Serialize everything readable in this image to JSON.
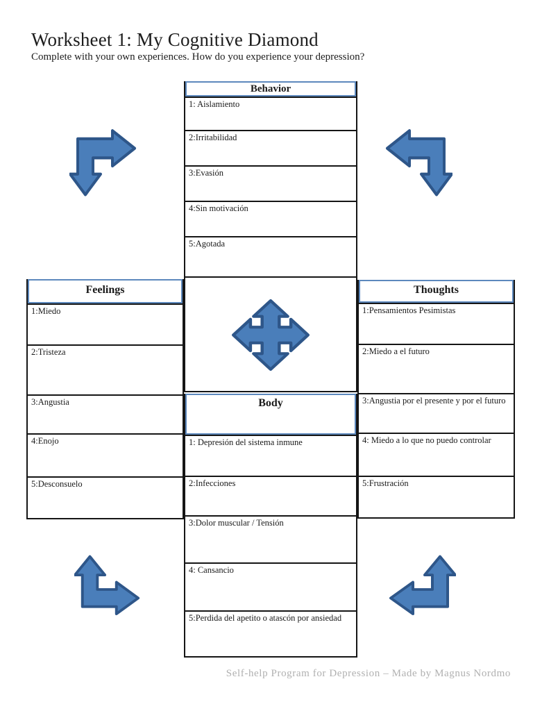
{
  "page": {
    "title": "Worksheet 1: My Cognitive Diamond",
    "subtitle": "Complete with your own experiences. How do you experience your depression?",
    "footer": "Self-help Program for Depression – Made by Magnus Nordmo"
  },
  "colors": {
    "arrow_fill": "#4a7eba",
    "arrow_stroke": "#2e5689",
    "header_border": "#5c88bd",
    "table_border": "#151515",
    "footer_text": "#b0b0b0"
  },
  "quadrants": {
    "behavior": {
      "title": "Behavior",
      "items": [
        "1: Aislamiento",
        "2:Irritabilidad",
        "3:Evasión",
        "4:Sin motivación",
        "5:Agotada"
      ]
    },
    "feelings": {
      "title": "Feelings",
      "items": [
        "1:Miedo",
        "2:Tristeza",
        "3:Angustia",
        "4:Enojo",
        "5:Desconsuelo"
      ]
    },
    "thoughts": {
      "title": "Thoughts",
      "items": [
        "1:Pensamientos Pesimistas",
        "2:Miedo a el futuro",
        "3:Angustia por el presente y por el futuro",
        "4: Miedo a lo que no puedo controlar",
        "5:Frustración"
      ]
    },
    "body": {
      "title": "Body",
      "items": [
        "1: Depresión del sistema inmune",
        "2:Infecciones",
        "3:Dolor muscular / Tensión",
        "4: Cansancio",
        "5:Perdida del apetito o atascón por ansiedad"
      ]
    }
  },
  "icons": {
    "top_left": "bent-arrow-right-down-icon",
    "top_right": "bent-arrow-left-down-icon",
    "center": "four-way-arrow-icon",
    "bottom_left": "bent-arrow-up-right-icon",
    "bottom_right": "bent-arrow-up-left-icon"
  }
}
